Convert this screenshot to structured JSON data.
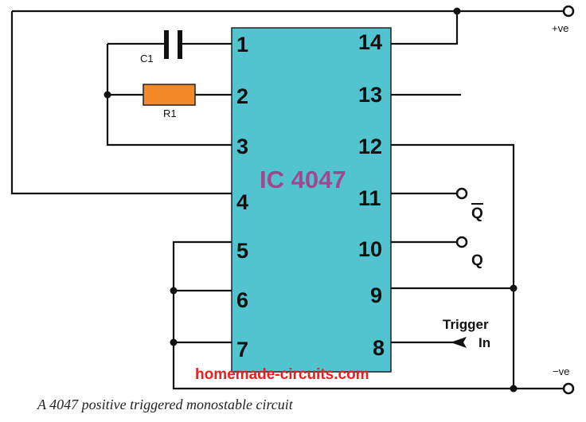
{
  "ic": {
    "label": "IC 4047",
    "body_color": "#52c4cf",
    "label_color": "#a0488e"
  },
  "pins_left": [
    "1",
    "2",
    "3",
    "4",
    "5",
    "6",
    "7"
  ],
  "pins_right": [
    "14",
    "13",
    "12",
    "11",
    "10",
    "9",
    "8"
  ],
  "components": {
    "capacitor": "C1",
    "resistor": "R1",
    "resistor_color": "#f28a26"
  },
  "terminals": {
    "positive": "+ve",
    "negative": "−ve",
    "q_bar": "Q",
    "q": "Q",
    "trigger_line1": "Trigger",
    "trigger_line2": "In"
  },
  "watermark": {
    "text": "homemade-circuits.com",
    "color": "#e8201e"
  },
  "caption": "A 4047 positive triggered monostable circuit"
}
